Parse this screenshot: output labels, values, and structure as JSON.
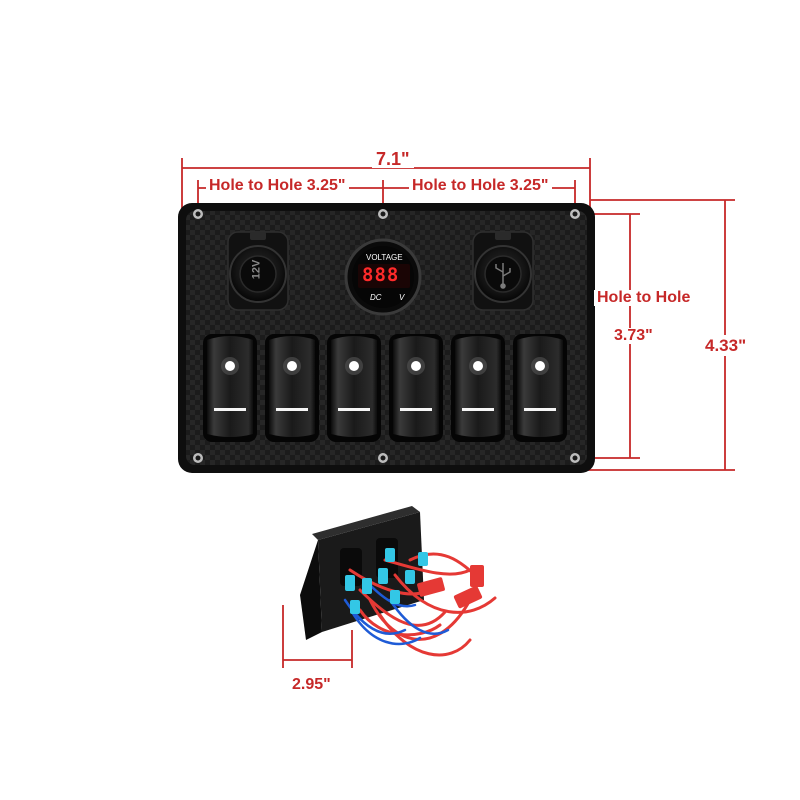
{
  "dimensions": {
    "total_width": "7.1\"",
    "hole_to_hole_left": "Hole to Hole 3.25\"",
    "hole_to_hole_right": "Hole to Hole 3.25\"",
    "hole_to_hole_vertical_label": "Hole to Hole",
    "hole_to_hole_vertical_value": "3.73\"",
    "total_height": "4.33\"",
    "depth": "2.95\""
  },
  "panel": {
    "voltmeter": {
      "title": "VOLTAGE",
      "reading": "888",
      "unit_left": "DC",
      "unit_right": "V"
    },
    "socket_left_label": "12V",
    "socket_right_icon": "usb-icon",
    "switch_count": 6
  },
  "colors": {
    "dimension_red": "#c62828",
    "panel_black": "#141414",
    "led_white": "#ffffff",
    "display_red": "#ff2a2a",
    "wire_red": "#e53935",
    "wire_blue": "#1e5bd6",
    "connector_cyan": "#33c7e6"
  }
}
